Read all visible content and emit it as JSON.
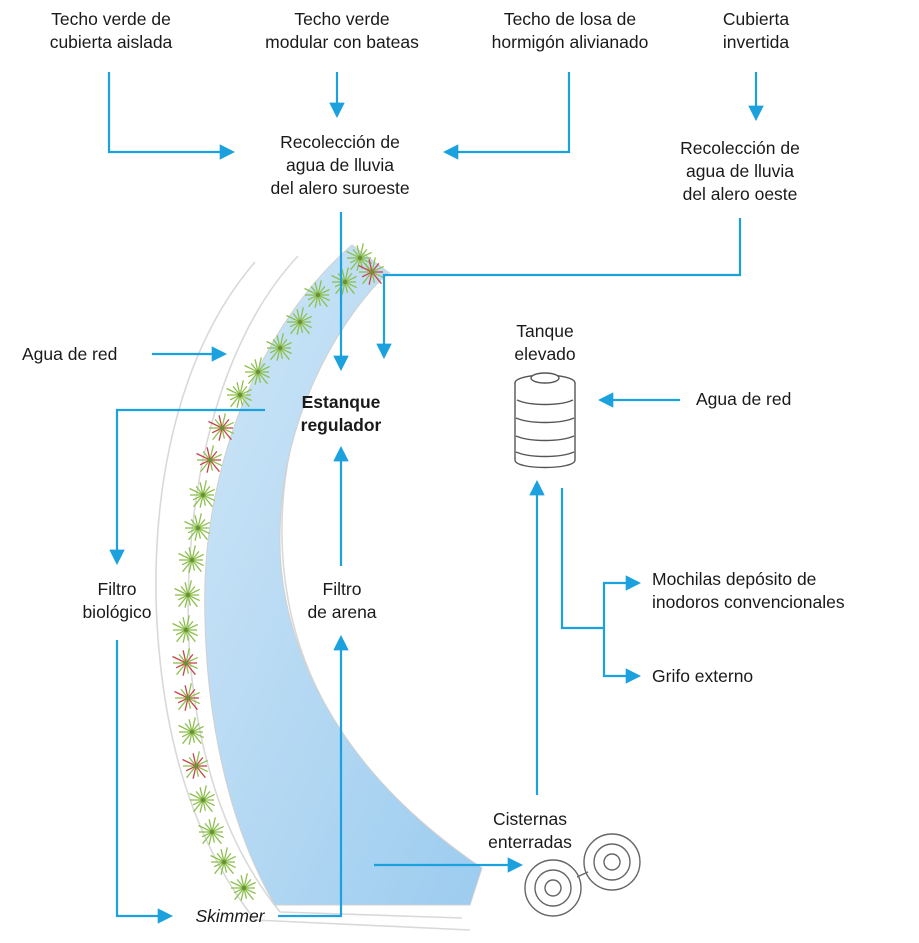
{
  "labels": {
    "techo_aislada": [
      "Techo verde de",
      "cubierta aislada"
    ],
    "techo_modular": [
      "Techo verde",
      "modular con bateas"
    ],
    "techo_losa": [
      "Techo de losa de",
      "hormigón alivianado"
    ],
    "cubierta_invertida": [
      "Cubierta",
      "invertida"
    ],
    "recoleccion_suroeste": [
      "Recolección de",
      "agua de lluvia",
      "del alero suroeste"
    ],
    "recoleccion_oeste": [
      "Recolección de",
      "agua de lluvia",
      "del alero oeste"
    ],
    "agua_red_left": "Agua de red",
    "estanque": [
      "Estanque",
      "regulador"
    ],
    "tanque": [
      "Tanque",
      "elevado"
    ],
    "agua_red_right": "Agua de red",
    "filtro_biologico": [
      "Filtro",
      "biológico"
    ],
    "filtro_arena": [
      "Filtro",
      "de arena"
    ],
    "mochilas": [
      "Mochilas depósito de",
      "inodoros convencionales"
    ],
    "grifo": "Grifo externo",
    "cisternas": [
      "Cisternas",
      "enterradas"
    ],
    "skimmer": "Skimmer"
  },
  "colors": {
    "arrow": "#1aa1de",
    "pond": "#a9d3ef",
    "outline": "#d6d6d6",
    "plant_green": "#8cc04c",
    "plant_red": "#c8434b"
  }
}
